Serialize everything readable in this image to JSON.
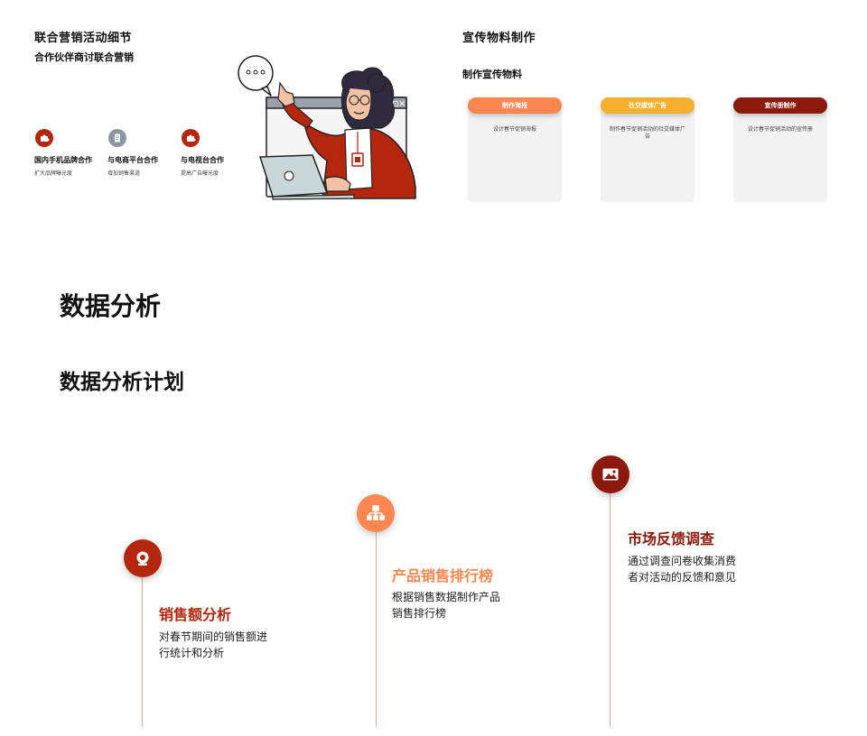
{
  "colors": {
    "dark_red": "#8b1a0c",
    "red": "#b5260e",
    "orange": "#fa8650",
    "amber": "#f7b02d",
    "gray": "#8c96a3",
    "card_bg": "#f2f2f2"
  },
  "slide1": {
    "title": "联合营销活动细节",
    "subtitle": "合作伙伴商讨联合营销",
    "partners": [
      {
        "name": "国内手机品牌合作",
        "desc": "扩大品牌曝光度",
        "icon": "puzzle-icon"
      },
      {
        "name": "与电商平台合作",
        "desc": "增加销售渠道",
        "icon": "document-icon"
      },
      {
        "name": "与电视台合作",
        "desc": "提高广告曝光度",
        "icon": "puzzle-icon"
      }
    ],
    "illustration": "woman-with-laptop-illustration"
  },
  "slide2": {
    "title": "宣传物料制作",
    "subtitle": "制作宣传物料",
    "cards": [
      {
        "label": "制作海报",
        "desc": "设计春节促销海报"
      },
      {
        "label": "社交媒体广告",
        "desc": "制作春节促销活动的社交媒体广告"
      },
      {
        "label": "宣传册制作",
        "desc": "设计春节促销活动的宣传册"
      }
    ]
  },
  "slide3": {
    "title": "数据分析",
    "subtitle": "数据分析计划",
    "steps": [
      {
        "title": "销售额分析",
        "desc": "对春节期间的销售额进行统计和分析",
        "icon": "webcam-icon"
      },
      {
        "title": "产品销售排行榜",
        "desc": "根据销售数据制作产品销售排行榜",
        "icon": "hierarchy-icon"
      },
      {
        "title": "市场反馈调查",
        "desc": "通过调查问卷收集消费者对活动的反馈和意见",
        "icon": "image-icon"
      }
    ]
  }
}
